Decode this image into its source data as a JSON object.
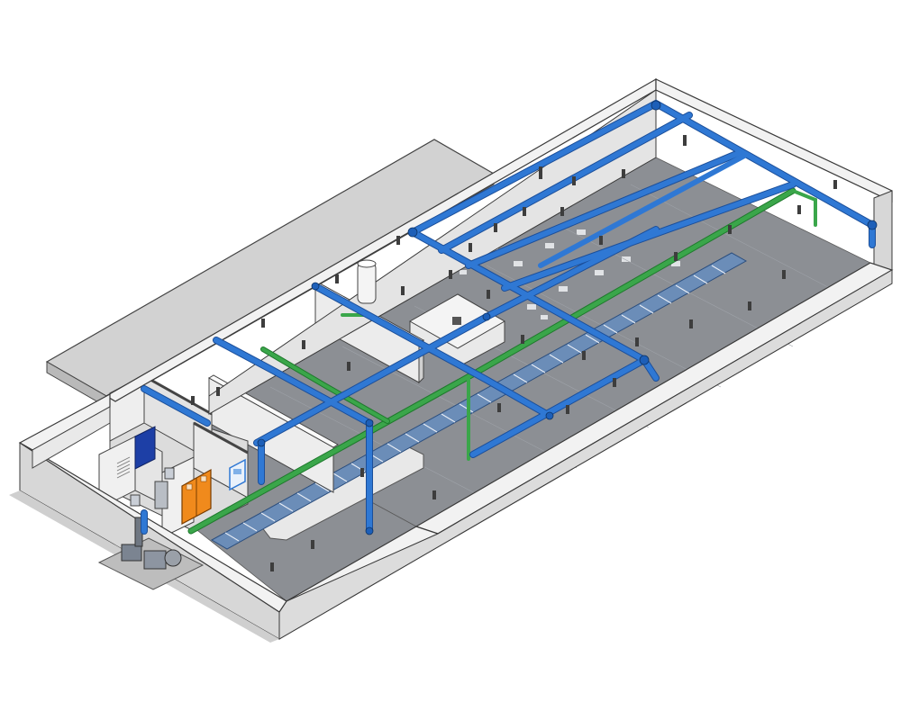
{
  "diagram": {
    "kind": "isometric-plant-piping-view",
    "colors": {
      "background": "#ffffff",
      "floor": "#8c8f94",
      "floor_tile_light": "#d9dbde",
      "wall_top": "#f2f2f2",
      "wall_face": "#d7d7d7",
      "annex_roof": "#cfcfcf",
      "water_pipe": "#2f78d4",
      "water_pipe_shadow": "#1c4f9a",
      "gas_pipe": "#3aa64a",
      "gas_pipe_shadow": "#1f7a2d",
      "conveyor": "#5d7ea8",
      "door_orange": "#f08a1c",
      "door_blue": "#1d3fa6",
      "equipment": "#9aa0a8"
    },
    "components": [
      {
        "name": "perimeter-walls"
      },
      {
        "name": "annex-roof-slab"
      },
      {
        "name": "production-floor"
      },
      {
        "name": "blue-pipe-network"
      },
      {
        "name": "green-pipe-line"
      },
      {
        "name": "floor-conveyor"
      },
      {
        "name": "office-rooms"
      },
      {
        "name": "pump-skid"
      },
      {
        "name": "storage-tank"
      },
      {
        "name": "partition-walls"
      },
      {
        "name": "raised-platform"
      }
    ],
    "icons": [
      "orange-double-door-icon",
      "blue-door-icon",
      "pump-icon",
      "tank-icon",
      "wall-sign-icon",
      "sprinkler-drop-icon"
    ]
  }
}
